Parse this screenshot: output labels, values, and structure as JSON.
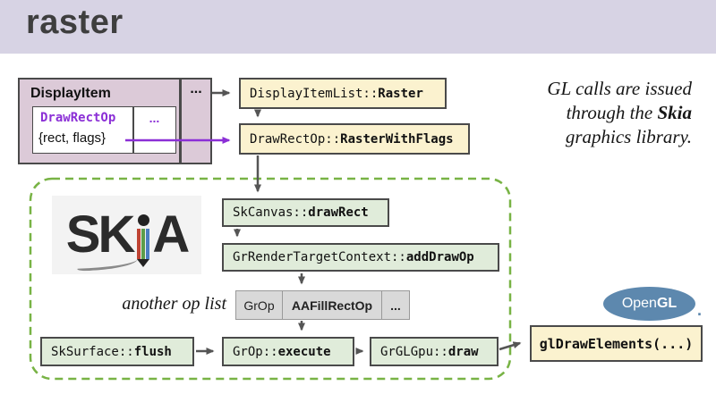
{
  "header": {
    "title": "raster"
  },
  "display_item": {
    "title": "DisplayItem",
    "list_ellipsis": "...",
    "op": {
      "name": "DrawRectOp",
      "args": "{rect, flags}",
      "ellipsis": "..."
    }
  },
  "boxes": {
    "display_item_list": {
      "prefix": "DisplayItemList::",
      "method": "Raster"
    },
    "draw_rect_op": {
      "prefix": "DrawRectOp::",
      "method": "RasterWithFlags"
    },
    "sk_canvas": {
      "prefix": "SkCanvas::",
      "method": "drawRect"
    },
    "gr_render_target_context": {
      "prefix": "GrRenderTargetContext::",
      "method": "addDrawOp"
    },
    "sk_surface": {
      "prefix": "SkSurface::",
      "method": "flush"
    },
    "gr_op": {
      "prefix": "GrOp::",
      "method": "execute"
    },
    "gr_gl_gpu": {
      "prefix": "GrGLGpu::",
      "method": "draw"
    },
    "gl_draw_elements": {
      "label": "glDrawElements(...)"
    }
  },
  "op_list": {
    "caption": "another op list",
    "cells": [
      "GrOp",
      "AAFillRectOp",
      "..."
    ]
  },
  "note": {
    "line1": "GL calls are issued",
    "line2_pre": "through the ",
    "line2_bold": "Skia",
    "line3": "graphics library."
  },
  "logos": {
    "skia": {
      "sk": "SK",
      "a": "A"
    },
    "opengl": {
      "pre": "Open",
      "bold": "GL",
      "period": "."
    }
  },
  "colors": {
    "header_bg": "#d7d3e4",
    "display_item_bg": "#dccad8",
    "yellow_box_bg": "#fbf2cf",
    "green_box_bg": "#e0ecda",
    "gray_cell_bg": "#d9d9d9",
    "dashed_border": "#78b345",
    "purple_accent": "#8b2fd6",
    "arrow_gray": "#555555",
    "opengl_blue": "#5d88ae"
  }
}
